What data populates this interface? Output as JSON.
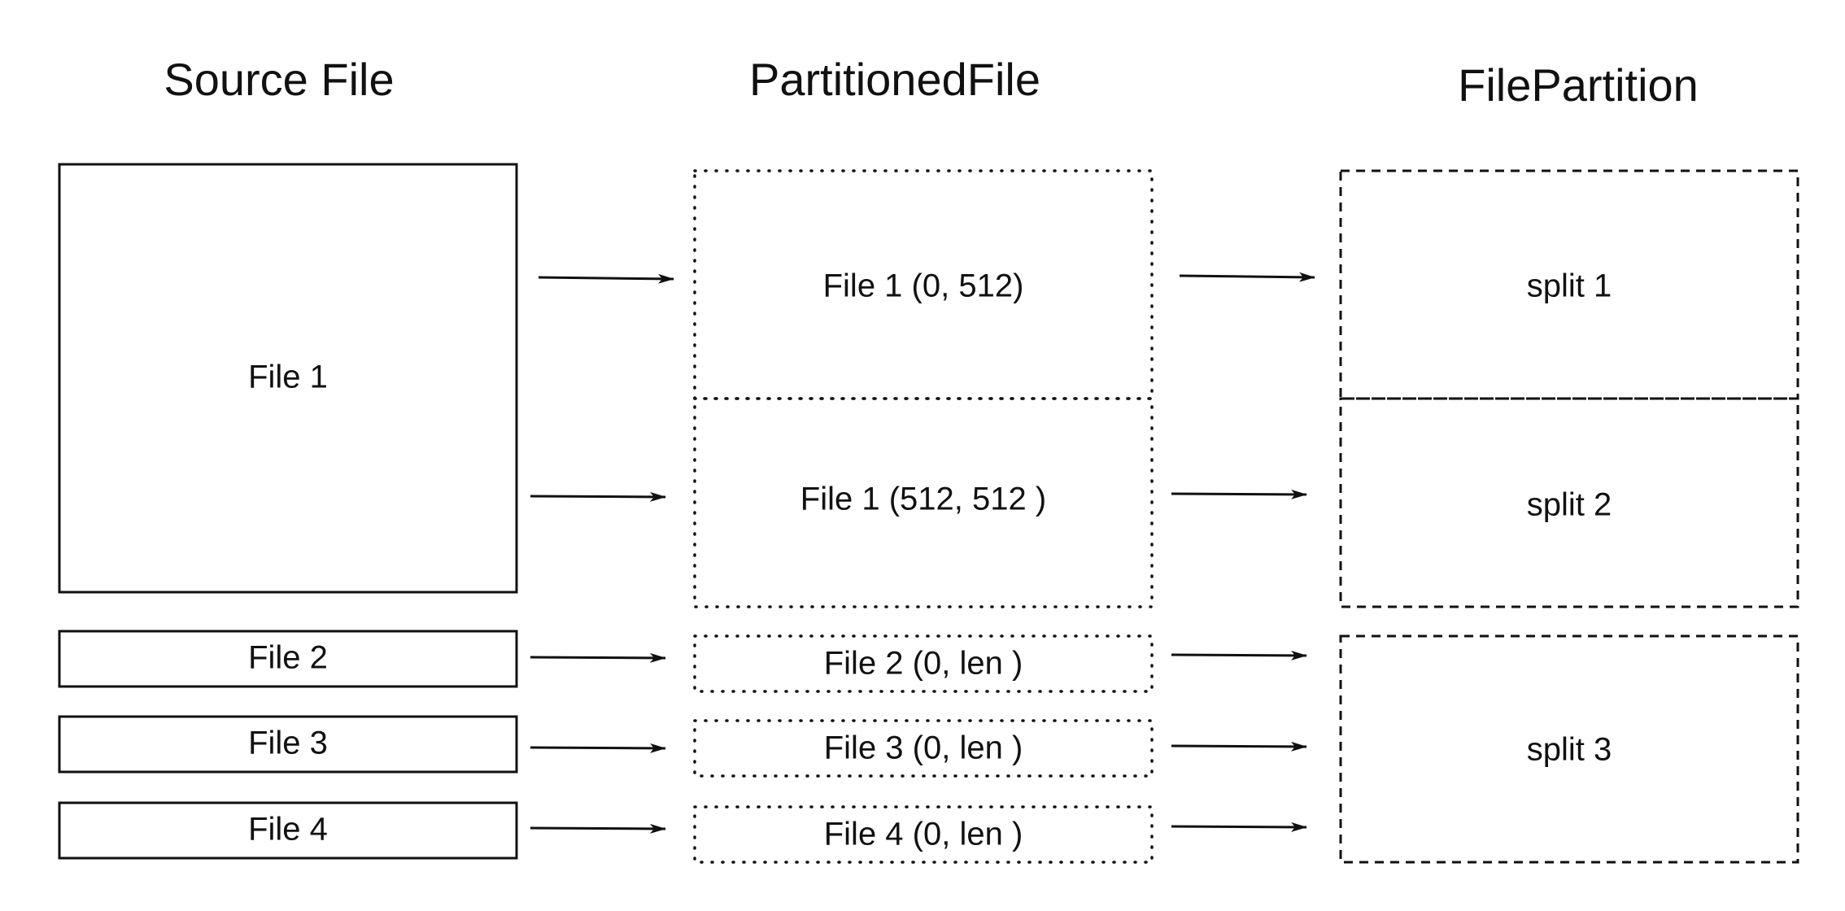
{
  "columns": {
    "source": "Source File",
    "partitioned": "PartitionedFile",
    "partition": "FilePartition"
  },
  "source_files": [
    "File 1",
    "File 2",
    "File 3",
    "File 4"
  ],
  "partitioned_files": [
    "File 1 (0, 512)",
    "File 1 (512, 512 )",
    "File 2 (0, len )",
    "File 3 (0, len )",
    "File 4 (0, len )"
  ],
  "splits": [
    "split 1",
    "split 2",
    "split 3"
  ]
}
